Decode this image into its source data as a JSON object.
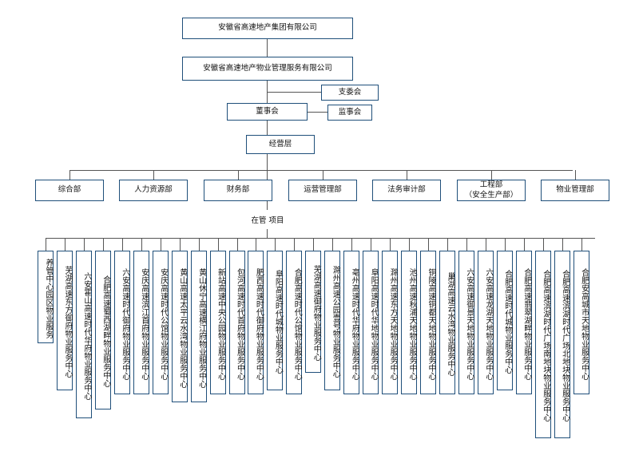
{
  "group_company": "安徽省高速地产集团有限公司",
  "property_company": "安徽省高速地产物业管理服务有限公司",
  "party_committee": "支委会",
  "board": "董事会",
  "supervisory_board": "监事会",
  "management": "经营层",
  "departments": [
    "综合部",
    "人力资源部",
    "财务部",
    "运营管理部",
    "法务审计部",
    "工程部\n（安全生产部）",
    "物业管理部"
  ],
  "projects_label": "在管 项目",
  "projects": [
    "养管中心园区物业服务",
    "芜湖高速东方御府物业服务中心",
    "六安霍山高速时代华府物业服务中心",
    "合肥高速蜀西湖畔物业服务中心",
    "六安高速时代御府物业服务中心",
    "安庆高速滨江首府物业服务中心",
    "安庆高速时代公馆物业服务中心",
    "黄山高速太平云水湾物业服务中心",
    "黄山休宁高速横江府物业服务中心",
    "新站高速中央公园物业服务中心",
    "包河高速时代首府物业服务中心",
    "肥西高速时代御府物业服务中心",
    "阜阳高速时代城物业服务中心",
    "合肥高速时代公馆物业服务中心",
    "芜湖高速御府物业服务中心",
    "滁州高速公园壹号物业服务中心",
    "亳州高速时代华府物业服务中心",
    "阜阳高速时代华地物业服务中心",
    "滁州高速东方天地物业服务中心",
    "池州高速秋浦天地物业服务中心",
    "铜陵高速铜都天地物业服务中心",
    "巢湖高速云水湾物业服务中心",
    "六安高速御景天地物业服务中心",
    "六安高速龙湖天地物业服务中心",
    "合肥高速时代城物业服务中心",
    "合肥高速翡翠湖畔物业服务中心",
    "合肥高速滨湖时代广场南地块物业服务中心",
    "合肥高速滨湖时代广场北地块物业服务中心",
    "合肥安高城市天地物业服务中心"
  ]
}
